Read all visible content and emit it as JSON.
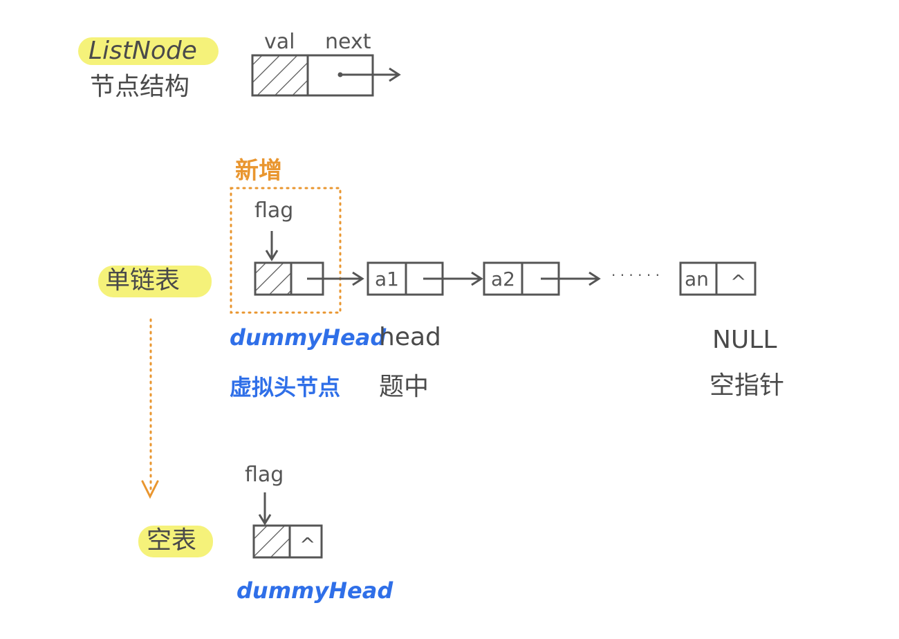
{
  "node_structure": {
    "title_en": "ListNode",
    "title_zh": "节点结构",
    "field_val": "val",
    "field_next": "next"
  },
  "added": {
    "label": "新增"
  },
  "single_list": {
    "label": "单链表",
    "flag": "flag",
    "dummy_head": "dummyHead",
    "dummy_head_desc": "虚拟头节点",
    "head": "head",
    "head_desc": "题中",
    "null_label": "NULL",
    "null_desc": "空指针",
    "nodes": [
      "a1",
      "a2",
      "an"
    ],
    "ellipsis": "· · · · · ·",
    "null_symbol": "^"
  },
  "empty_list": {
    "label": "空表",
    "flag": "flag",
    "dummy_head": "dummyHead",
    "null_symbol": "^"
  },
  "colors": {
    "ink": "#555555",
    "highlight": "#f5f27a",
    "blue": "#2f6fe8",
    "orange": "#e9962f"
  }
}
